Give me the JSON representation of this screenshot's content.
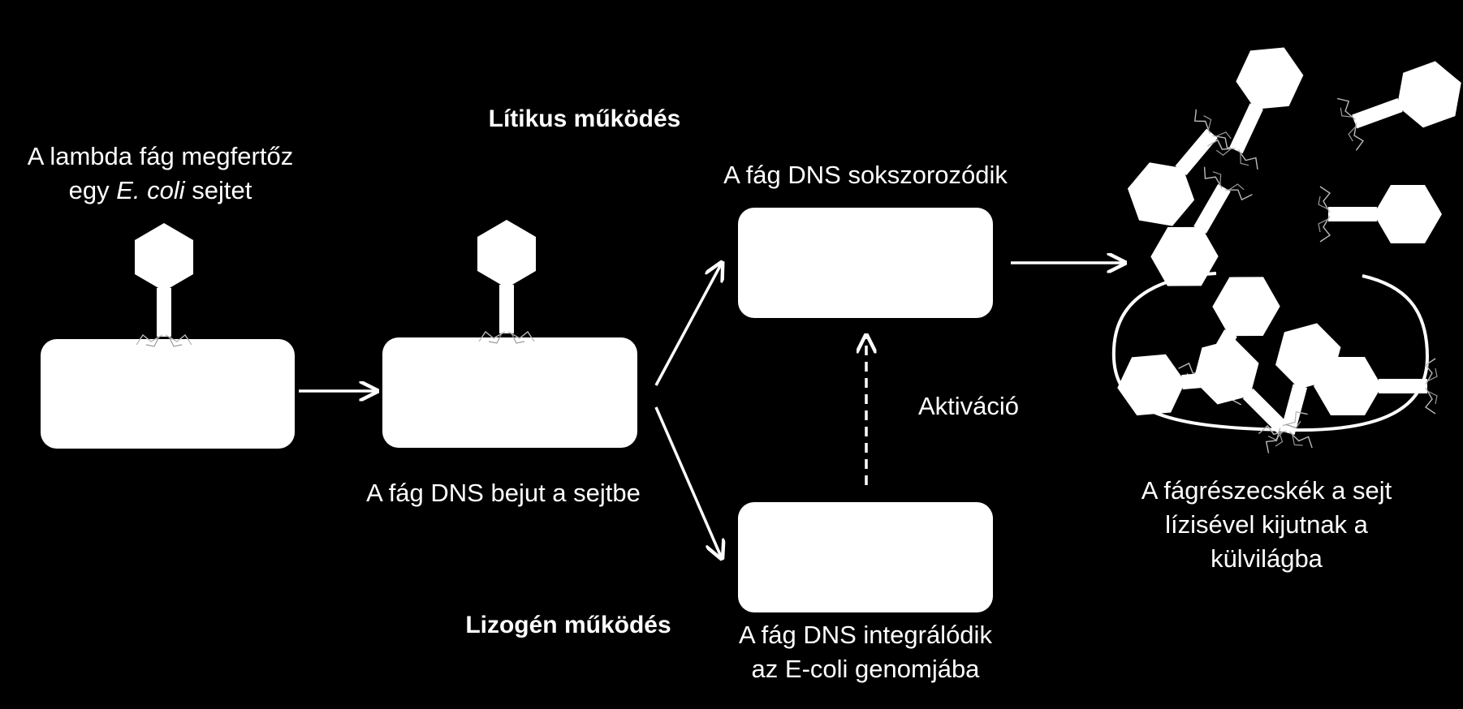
{
  "step_labels": {
    "infection_line1": "A lambda fág megfertőz",
    "infection_line2_pre": "egy ",
    "infection_line2_italic": "E. coli",
    "infection_line2_post": " sejtet",
    "dna_enters": "A fág DNS bejut a sejtbe",
    "dna_replicates": "A fág DNS sokszorozódik",
    "dna_integrates_line1": "A fág DNS integrálódik",
    "dna_integrates_line2": "az E-coli genomjába",
    "release_line1": "A fágrészecskék a sejt",
    "release_line2": "lízisével kijutnak a",
    "release_line3": "külvilágba"
  },
  "pathways": {
    "lytic": "Lítikus működés",
    "lysogenic": "Lizogén működés"
  },
  "activation": "Aktiváció",
  "colors": {
    "background": "#000000",
    "foreground": "#ffffff"
  }
}
